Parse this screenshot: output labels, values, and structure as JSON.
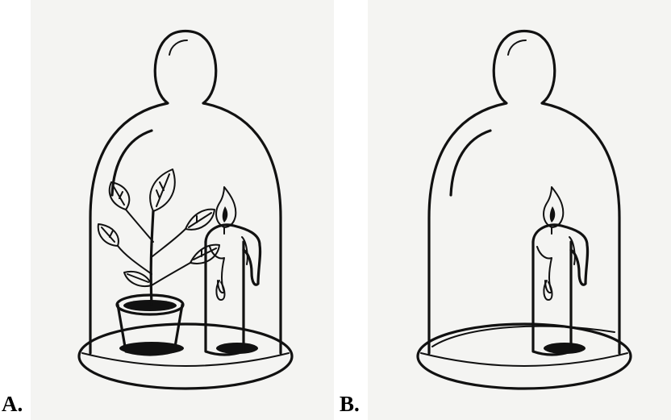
{
  "panels": [
    {
      "id": "A",
      "label": "A.",
      "contents": [
        "plant-in-pot",
        "candle"
      ]
    },
    {
      "id": "B",
      "label": "B.",
      "contents": [
        "candle"
      ]
    }
  ],
  "colors": {
    "background": "#ffffff",
    "panel_background": "#f4f4f2",
    "ink": "#111111"
  }
}
